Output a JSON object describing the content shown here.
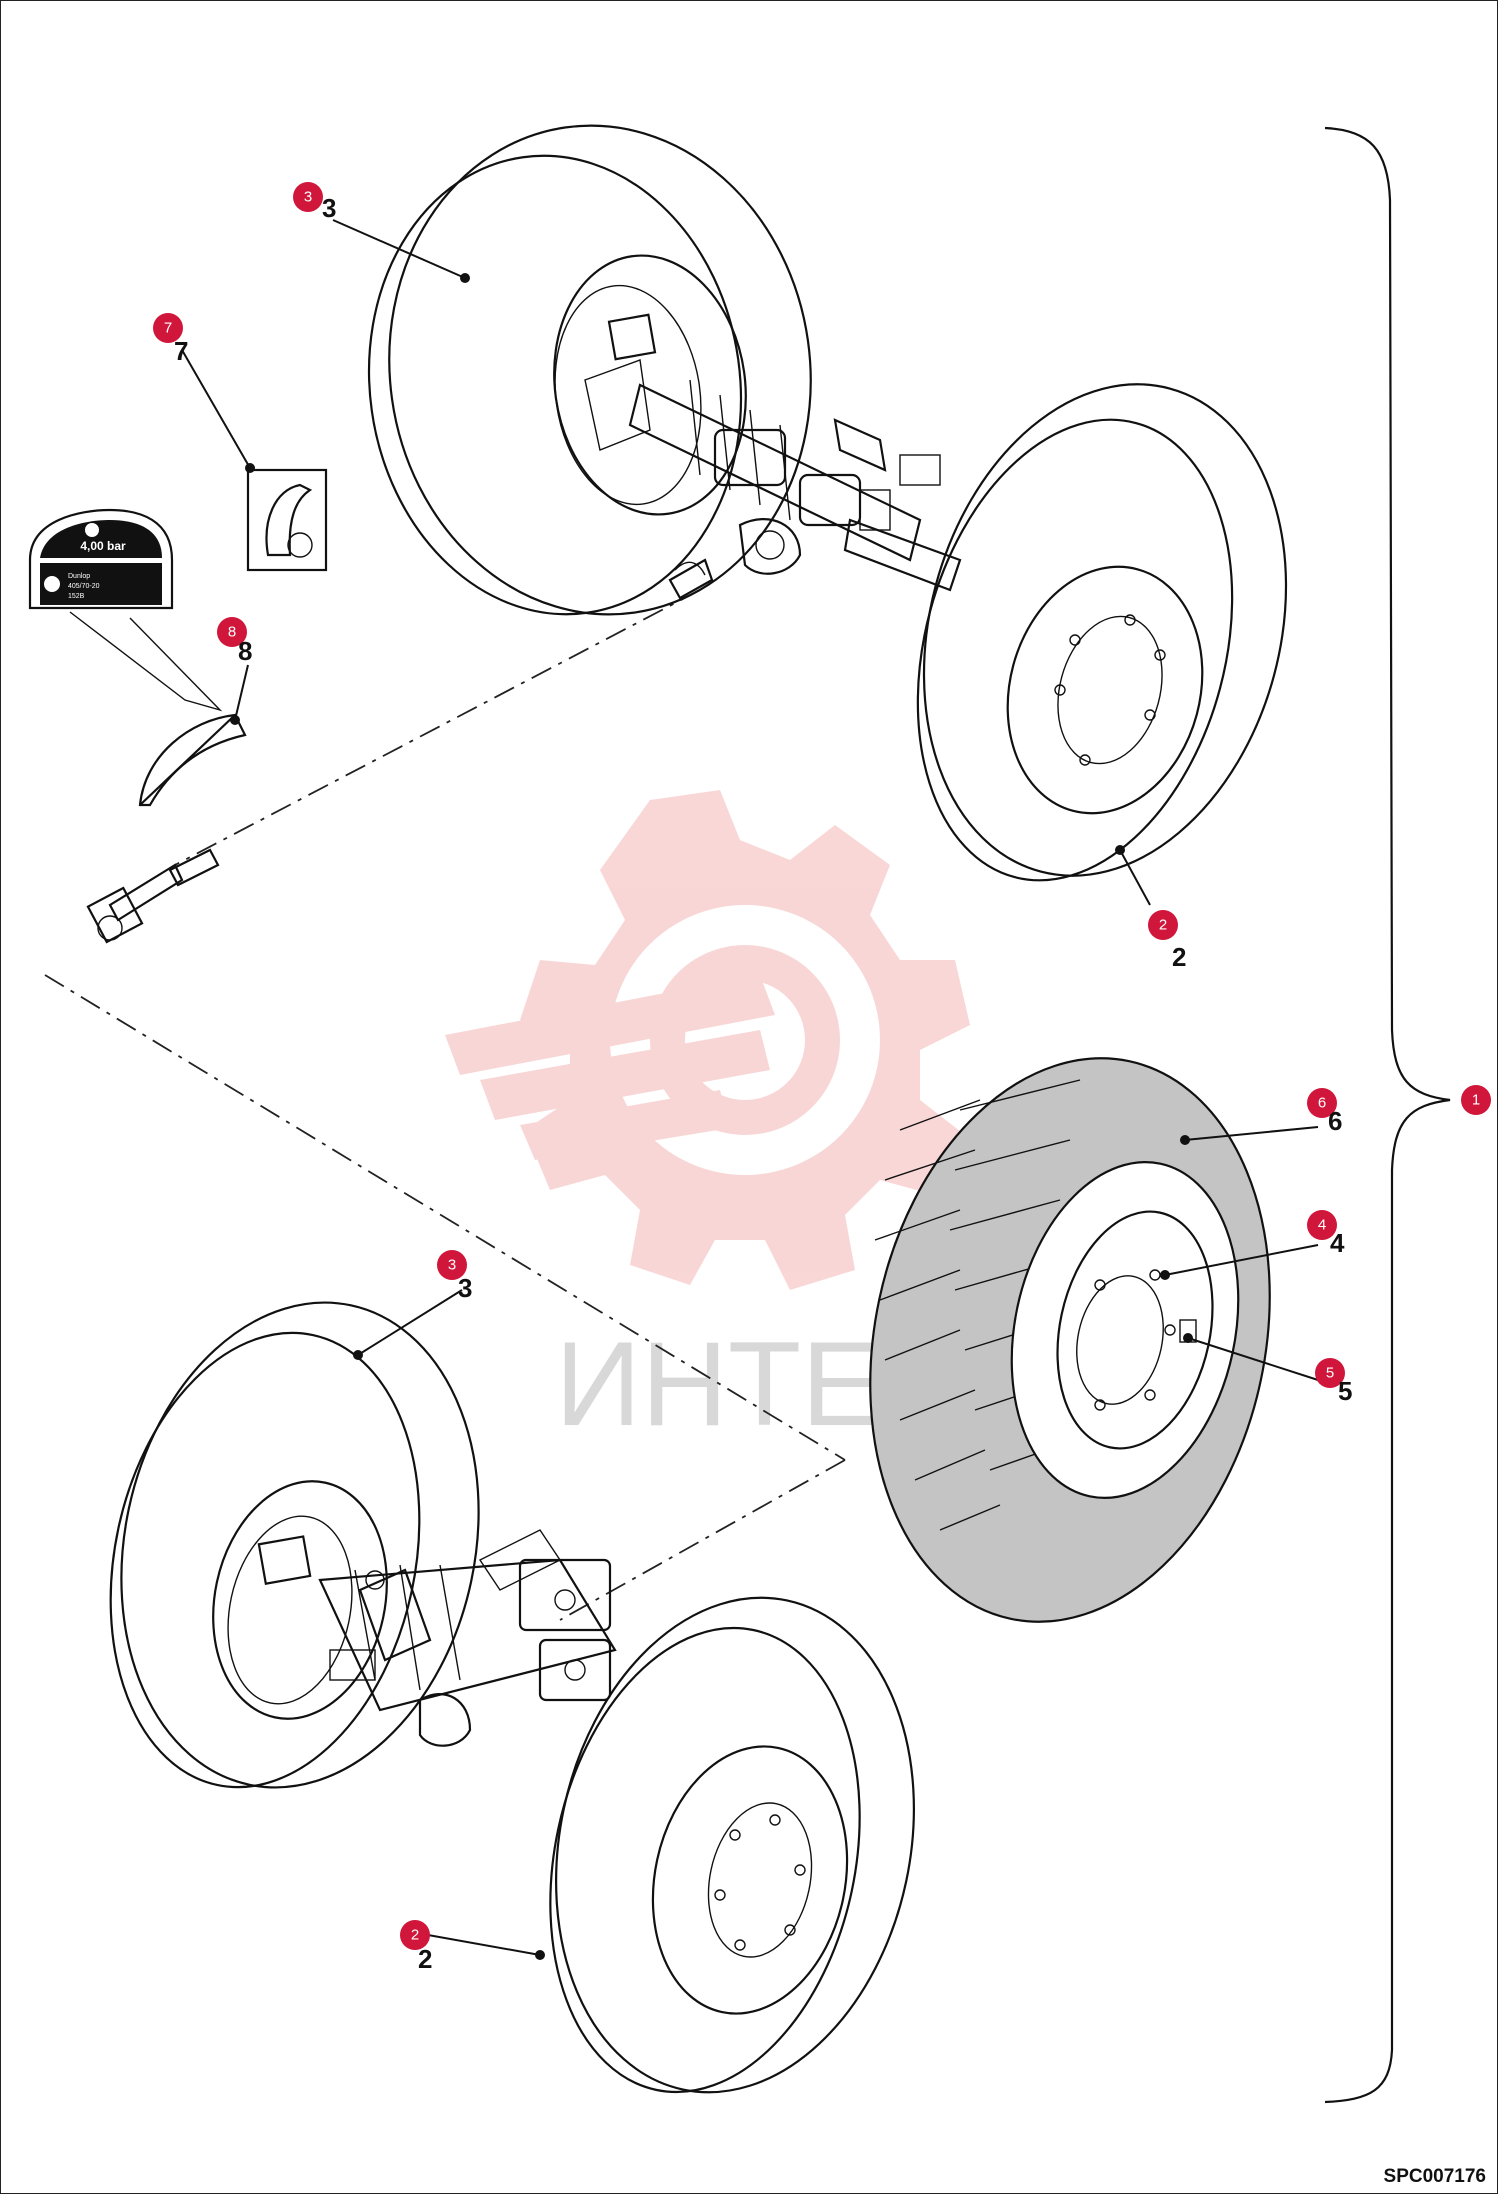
{
  "diagram": {
    "code": "SPC007176",
    "watermark_text": "ИНТЕХ",
    "decal": {
      "pressure": "4,00 bar",
      "line1": "Dunlop",
      "line2": "405/70-20",
      "line3": "152B"
    },
    "callouts": [
      {
        "id": "c1",
        "number": "1"
      },
      {
        "id": "c2a",
        "number": "2"
      },
      {
        "id": "c2b",
        "number": "2"
      },
      {
        "id": "c3a",
        "number": "3"
      },
      {
        "id": "c3b",
        "number": "3"
      },
      {
        "id": "c4",
        "number": "4"
      },
      {
        "id": "c5",
        "number": "5"
      },
      {
        "id": "c6",
        "number": "6"
      },
      {
        "id": "c7",
        "number": "7"
      },
      {
        "id": "c8",
        "number": "8"
      }
    ],
    "colors": {
      "callout": "#d0163a",
      "watermark": "#e24a4a",
      "line": "#111111",
      "tyre_shade": "#c4c4c4"
    }
  }
}
